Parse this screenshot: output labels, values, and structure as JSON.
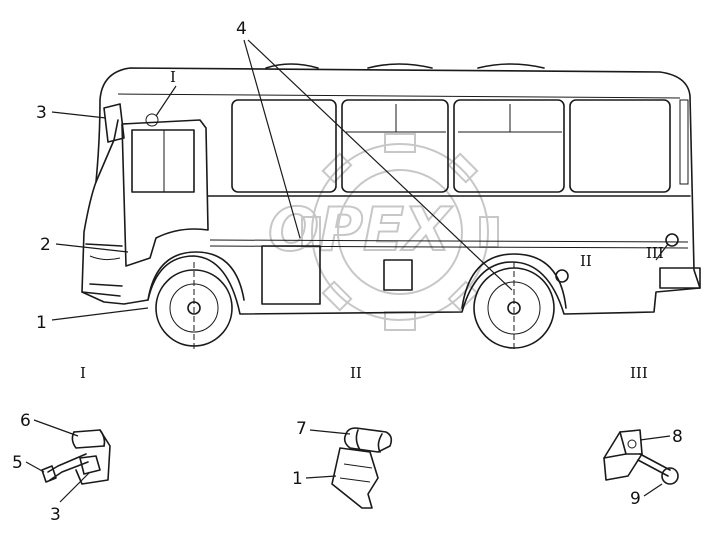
{
  "watermark": {
    "text": "OPEX"
  },
  "callouts": {
    "c1": "1",
    "c2": "2",
    "c3": "3",
    "c4": "4",
    "d1_5": "5",
    "d1_6": "6",
    "d1_3": "3",
    "d2_7": "7",
    "d2_1": "1",
    "d3_8": "8",
    "d3_9": "9"
  },
  "view_marks": {
    "on_bus_I": "I",
    "on_bus_II": "II",
    "on_bus_III": "III"
  },
  "detail_titles": {
    "I": "I",
    "II": "II",
    "III": "III"
  }
}
